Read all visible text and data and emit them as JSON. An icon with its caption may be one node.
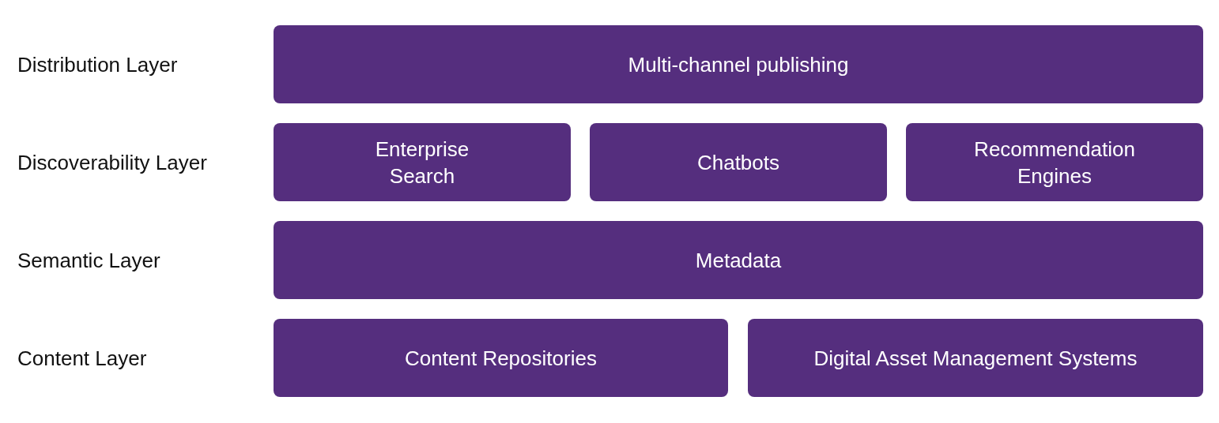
{
  "diagram": {
    "nodes": [
      {
        "text": [
          "Multi-channel publishing"
        ]
      },
      {
        "text": [
          "Enterprise Search"
        ]
      },
      {
        "text": [
          "Chatbots"
        ]
      },
      {
        "text": [
          "Recommendation Engines"
        ]
      },
      {
        "text": [
          "Metadata"
        ]
      },
      {
        "text": [
          "Content Repositories"
        ]
      },
      {
        "text": [
          "Digital Asset Management Systems"
        ]
      }
    ],
    "labels": [
      "Distribution Layer",
      "Discoverability Layer",
      "Semantic Layer",
      "Content Layer"
    ]
  }
}
